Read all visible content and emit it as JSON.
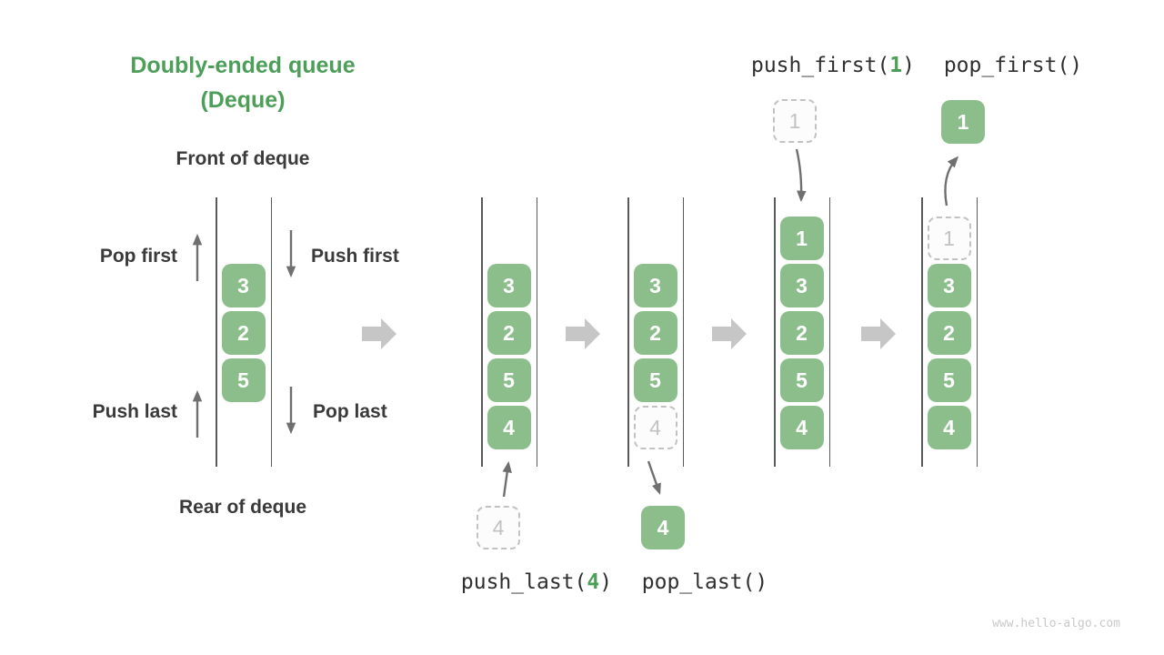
{
  "title": {
    "line1": "Doubly-ended queue",
    "line2": "(Deque)"
  },
  "anatomy": {
    "front_label": "Front of deque",
    "rear_label": "Rear of deque",
    "pop_first_label": "Pop first",
    "push_first_label": "Push first",
    "push_last_label": "Push last",
    "pop_last_label": "Pop last"
  },
  "operations": {
    "push_last": {
      "prefix": "push_last(",
      "arg": "4",
      "suffix": ")"
    },
    "pop_last": {
      "label": "pop_last()"
    },
    "push_first": {
      "prefix": "push_first(",
      "arg": "1",
      "suffix": ")"
    },
    "pop_first": {
      "label": "pop_first()"
    }
  },
  "steps": [
    {
      "name": "initial-deque",
      "cells": [
        {
          "v": "3"
        },
        {
          "v": "2"
        },
        {
          "v": "5"
        }
      ]
    },
    {
      "name": "after-push-last",
      "cells": [
        {
          "v": "3"
        },
        {
          "v": "2"
        },
        {
          "v": "5"
        },
        {
          "v": "4"
        }
      ]
    },
    {
      "name": "during-pop-last",
      "cells": [
        {
          "v": "3"
        },
        {
          "v": "2"
        },
        {
          "v": "5"
        },
        {
          "v": "4",
          "ghost": true
        }
      ]
    },
    {
      "name": "after-push-first",
      "cells": [
        {
          "v": "1"
        },
        {
          "v": "3"
        },
        {
          "v": "2"
        },
        {
          "v": "5"
        },
        {
          "v": "4"
        }
      ]
    },
    {
      "name": "during-pop-first",
      "cells": [
        {
          "v": "1",
          "ghost": true
        },
        {
          "v": "3"
        },
        {
          "v": "2"
        },
        {
          "v": "5"
        },
        {
          "v": "4"
        }
      ]
    }
  ],
  "floating": {
    "push_last_incoming": {
      "value": "4",
      "ghost": true
    },
    "pop_last_result": {
      "value": "4",
      "ghost": false
    },
    "push_first_incoming": {
      "value": "1",
      "ghost": true
    },
    "pop_first_result": {
      "value": "1",
      "ghost": false
    }
  },
  "icons": {
    "flow_arrow": "block-right-arrow",
    "up_arrow": "thin-up-arrow",
    "down_arrow": "thin-down-arrow"
  },
  "colors": {
    "green_box": "#8cbe8c",
    "green_accent": "#4c9e58",
    "label_ink": "#3a3a3a",
    "code_ink": "#2f2f2f",
    "wall": "#5a5a5a",
    "small_arrow": "#6f6f6f",
    "big_arrow": "#c6c6c6",
    "ghost": "#c2c2c2",
    "watermark": "#c9c9c9"
  },
  "watermark": "www.hello-algo.com"
}
